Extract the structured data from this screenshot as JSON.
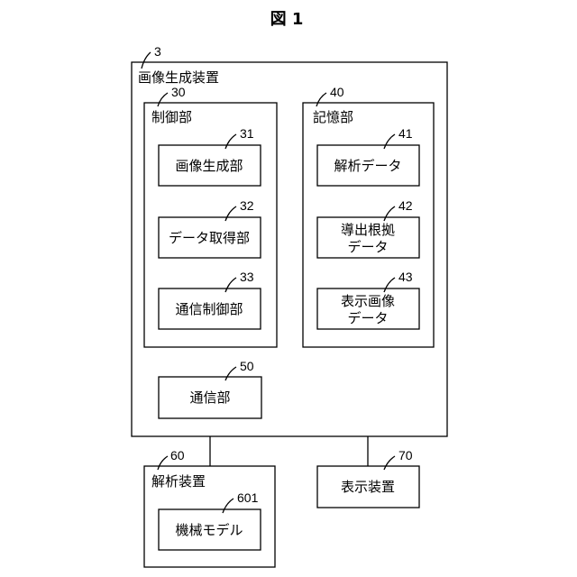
{
  "figure": {
    "title": "図 1"
  },
  "device": {
    "ref": "3",
    "label": "画像生成装置",
    "control": {
      "ref": "30",
      "label": "制御部",
      "units": [
        {
          "ref": "31",
          "label": "画像生成部"
        },
        {
          "ref": "32",
          "label": "データ取得部"
        },
        {
          "ref": "33",
          "label": "通信制御部"
        }
      ]
    },
    "storage": {
      "ref": "40",
      "label": "記憶部",
      "items": [
        {
          "ref": "41",
          "lines": [
            "解析データ"
          ]
        },
        {
          "ref": "42",
          "lines": [
            "導出根拠",
            "データ"
          ]
        },
        {
          "ref": "43",
          "lines": [
            "表示画像",
            "データ"
          ]
        }
      ]
    },
    "comm": {
      "ref": "50",
      "label": "通信部"
    }
  },
  "analysis": {
    "ref": "60",
    "label": "解析装置",
    "model": {
      "ref": "601",
      "label": "機械モデル"
    }
  },
  "display": {
    "ref": "70",
    "label": "表示装置"
  }
}
